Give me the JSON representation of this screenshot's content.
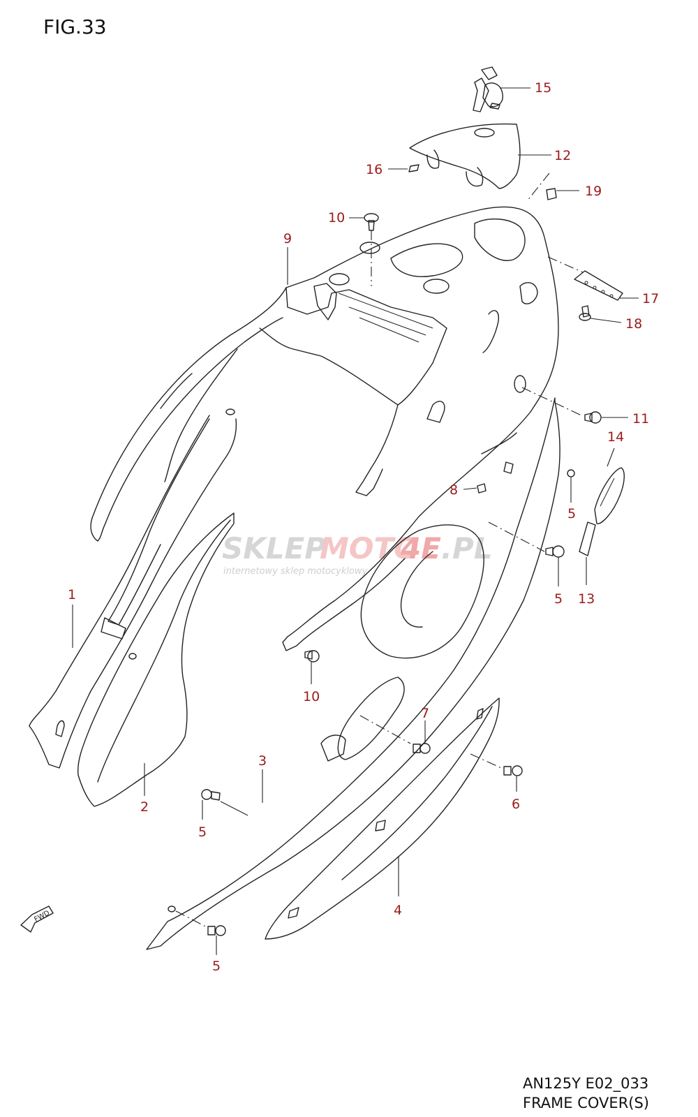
{
  "figure": {
    "title": "FIG.33"
  },
  "watermark": {
    "text_a": "SKLEP",
    "text_b": "MOTO",
    "text_c": "4E",
    "text_d": ".PL",
    "subtitle": "internetowy sklep motocyklowy",
    "colors": {
      "gray": "#cfcfcf",
      "pink": "#f2b8b8"
    }
  },
  "footer": {
    "model": "AN125Y E02_033",
    "caption": "FRAME COVER(S)"
  },
  "fwd_label": "FWD",
  "callouts": [
    {
      "id": "c15",
      "label": "15"
    },
    {
      "id": "c12",
      "label": "12"
    },
    {
      "id": "c16",
      "label": "16"
    },
    {
      "id": "c19",
      "label": "19"
    },
    {
      "id": "c10a",
      "label": "10"
    },
    {
      "id": "c9",
      "label": "9"
    },
    {
      "id": "c17",
      "label": "17"
    },
    {
      "id": "c18",
      "label": "18"
    },
    {
      "id": "c11",
      "label": "11"
    },
    {
      "id": "c14",
      "label": "14"
    },
    {
      "id": "c8",
      "label": "8"
    },
    {
      "id": "c5a",
      "label": "5"
    },
    {
      "id": "c5b",
      "label": "5"
    },
    {
      "id": "c13",
      "label": "13"
    },
    {
      "id": "c1",
      "label": "1"
    },
    {
      "id": "c10b",
      "label": "10"
    },
    {
      "id": "c7",
      "label": "7"
    },
    {
      "id": "c3",
      "label": "3"
    },
    {
      "id": "c6",
      "label": "6"
    },
    {
      "id": "c2",
      "label": "2"
    },
    {
      "id": "c5c",
      "label": "5"
    },
    {
      "id": "c4",
      "label": "4"
    },
    {
      "id": "c5d",
      "label": "5"
    }
  ],
  "colors": {
    "callout": "#9a1b1b",
    "line": "#222222"
  }
}
